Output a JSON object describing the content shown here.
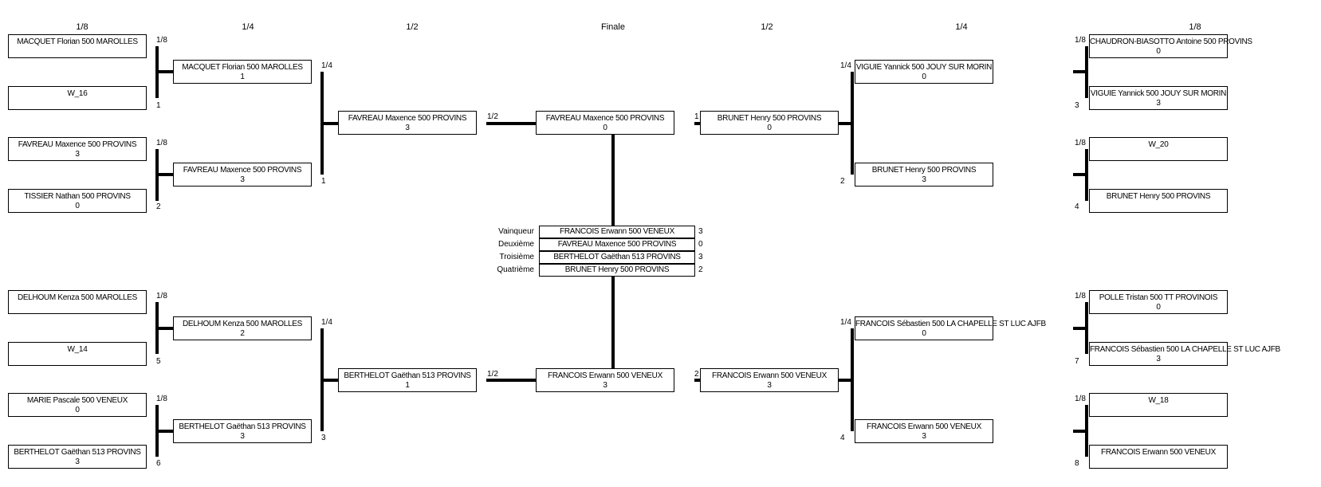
{
  "headers": [
    "1/8",
    "1/4",
    "1/2",
    "Finale",
    "1/2",
    "1/4",
    "1/8"
  ],
  "boxes": [
    {
      "name": "MACQUET Florian 500 MAROLLES",
      "score": ""
    },
    {
      "name": "W_16",
      "score": ""
    },
    {
      "name": "FAVREAU Maxence 500 PROVINS",
      "score": "3"
    },
    {
      "name": "TISSIER Nathan 500 PROVINS",
      "score": "0"
    },
    {
      "name": "DELHOUM Kenza 500 MAROLLES",
      "score": ""
    },
    {
      "name": "W_14",
      "score": ""
    },
    {
      "name": "MARIE Pascale 500 VENEUX",
      "score": "0"
    },
    {
      "name": "BERTHELOT Gaëthan 513 PROVINS",
      "score": "3"
    },
    {
      "name": "MACQUET Florian 500 MAROLLES",
      "score": "1"
    },
    {
      "name": "FAVREAU Maxence 500 PROVINS",
      "score": "3"
    },
    {
      "name": "DELHOUM Kenza 500 MAROLLES",
      "score": "2"
    },
    {
      "name": "BERTHELOT Gaëthan 513 PROVINS",
      "score": "3"
    },
    {
      "name": "FAVREAU Maxence 500 PROVINS",
      "score": "3"
    },
    {
      "name": "BERTHELOT Gaëthan 513 PROVINS",
      "score": "1"
    },
    {
      "name": "FAVREAU Maxence 500 PROVINS",
      "score": "0"
    },
    {
      "name": "FRANCOIS Erwann 500 VENEUX",
      "score": "3"
    },
    {
      "name": "BRUNET Henry 500 PROVINS",
      "score": "0"
    },
    {
      "name": "FRANCOIS Erwann 500 VENEUX",
      "score": "3"
    },
    {
      "name": "VIGUIE Yannick 500 JOUY SUR MORIN",
      "score": "0"
    },
    {
      "name": "BRUNET Henry 500 PROVINS",
      "score": "3"
    },
    {
      "name": "FRANCOIS Sébastien 500 LA CHAPELLE ST LUC AJFB",
      "score": "0"
    },
    {
      "name": "FRANCOIS Erwann 500 VENEUX",
      "score": "3"
    },
    {
      "name": "CHAUDRON-BIASOTTO Antoine 500 PROVINS",
      "score": "0"
    },
    {
      "name": "VIGUIE Yannick 500 JOUY SUR MORIN",
      "score": "3"
    },
    {
      "name": "W_20",
      "score": ""
    },
    {
      "name": "BRUNET Henry 500 PROVINS",
      "score": ""
    },
    {
      "name": "POLLE Tristan 500 TT PROVINOIS",
      "score": "0"
    },
    {
      "name": "FRANCOIS Sébastien 500 LA CHAPELLE ST LUC AJFB",
      "score": "3"
    },
    {
      "name": "W_18",
      "score": ""
    },
    {
      "name": "FRANCOIS Erwann 500 VENEUX",
      "score": ""
    }
  ],
  "labels": [
    "1/8",
    "1",
    "1/8",
    "2",
    "1/8",
    "5",
    "1/8",
    "6",
    "1/4",
    "1",
    "1/4",
    "3",
    "1/2",
    "1/2",
    "1",
    "2",
    "1/4",
    "2",
    "1/4",
    "4",
    "1/8",
    "3",
    "1/8",
    "4",
    "1/8",
    "7",
    "1/8",
    "8"
  ],
  "ranking": [
    {
      "label": "Vainqueur",
      "name": "FRANCOIS Erwann 500 VENEUX",
      "score": "3"
    },
    {
      "label": "Deuxième",
      "name": "FAVREAU Maxence 500 PROVINS",
      "score": "0"
    },
    {
      "label": "Troisième",
      "name": "BERTHELOT Gaëthan 513 PROVINS",
      "score": "3"
    },
    {
      "label": "Quatrième",
      "name": "BRUNET Henry 500 PROVINS",
      "score": "2"
    }
  ]
}
